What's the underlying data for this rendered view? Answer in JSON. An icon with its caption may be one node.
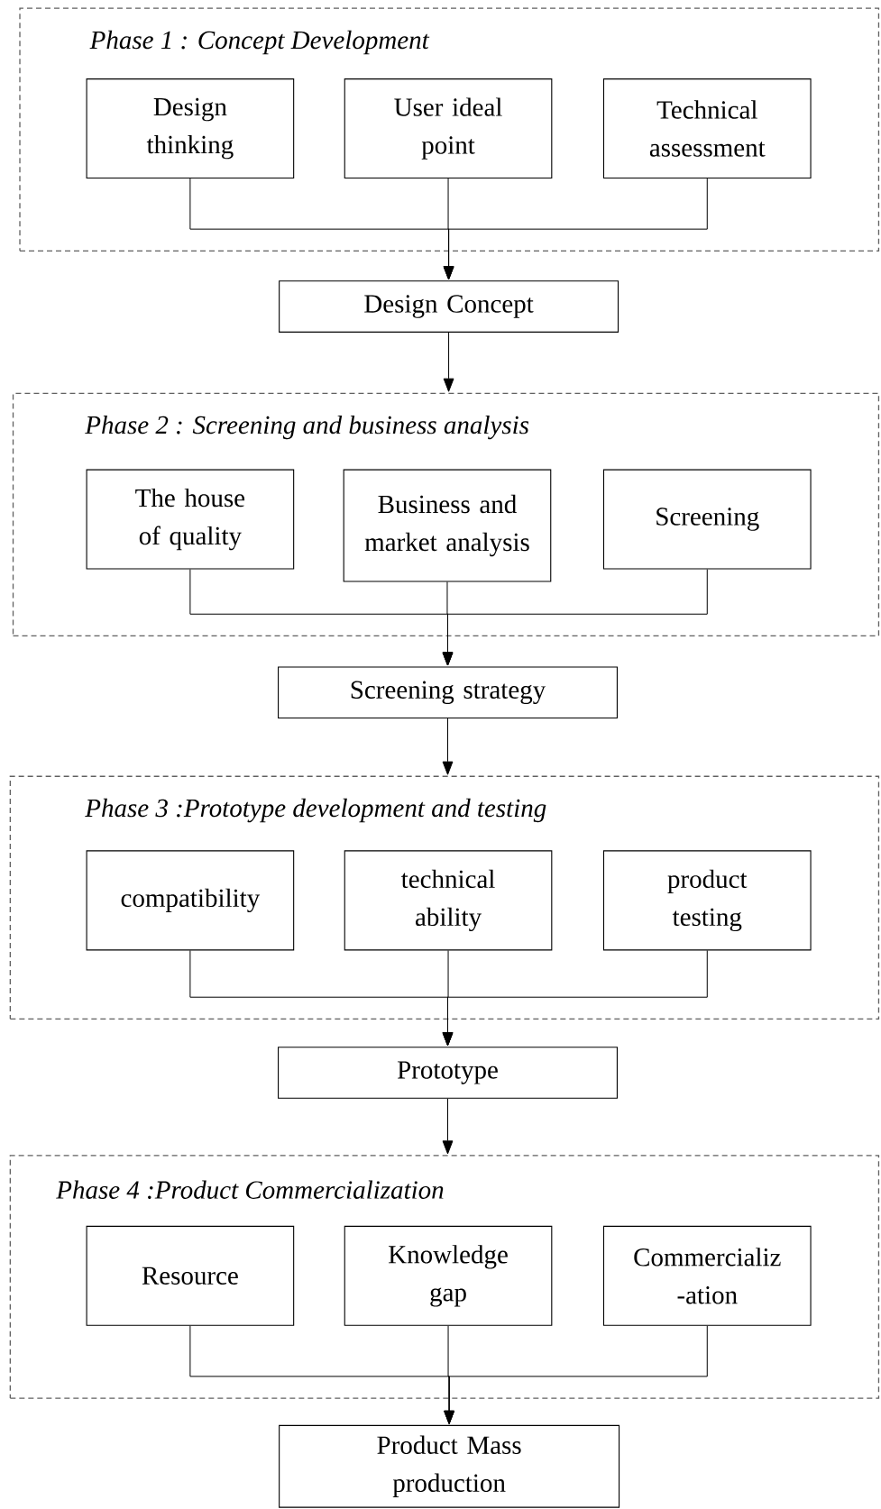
{
  "diagram": {
    "nodes": [
      {
        "text": [
          "Phase 1 : Concept Development"
        ]
      },
      {
        "text": [
          "Design thinking"
        ],
        "in": 0
      },
      {
        "text": [
          "User ideal point"
        ],
        "in": 0
      },
      {
        "text": [
          "Technical assessment"
        ],
        "in": 0
      },
      {
        "text": [
          "Design Concept"
        ]
      },
      {
        "text": [
          "Phase 2 : Screening and business analysis"
        ]
      },
      {
        "text": [
          "The house of quality"
        ],
        "in": 5
      },
      {
        "text": [
          "Business and market analysis"
        ],
        "in": 5
      },
      {
        "text": [
          "Screening"
        ],
        "in": 5
      },
      {
        "text": [
          "Screening strategy"
        ]
      },
      {
        "text": [
          "Phase 3 :Prototype development and testing"
        ]
      },
      {
        "text": [
          "compatibility"
        ],
        "in": 10
      },
      {
        "text": [
          "technical ability"
        ],
        "in": 10
      },
      {
        "text": [
          "product testing"
        ],
        "in": 10
      },
      {
        "text": [
          "Prototype"
        ]
      },
      {
        "text": [
          "Phase 4 :Product Commercialization"
        ]
      },
      {
        "text": [
          "Resource"
        ],
        "in": 15
      },
      {
        "text": [
          "Knowledge gap"
        ],
        "in": 15
      },
      {
        "text": [
          "Commercializ -ation"
        ],
        "in": 15
      },
      {
        "text": [
          "Product Mass production"
        ]
      }
    ],
    "edges": [
      {
        "from": 1,
        "to": 4,
        "arrow": "to"
      },
      {
        "from": 2,
        "to": 4,
        "arrow": "to"
      },
      {
        "from": 3,
        "to": 4,
        "arrow": "to"
      },
      {
        "from": 4,
        "to": 5,
        "arrow": "to"
      },
      {
        "from": 6,
        "to": 9,
        "arrow": "to"
      },
      {
        "from": 7,
        "to": 9,
        "arrow": "to"
      },
      {
        "from": 8,
        "to": 9,
        "arrow": "to"
      },
      {
        "from": 9,
        "to": 10,
        "arrow": "to"
      },
      {
        "from": 11,
        "to": 14,
        "arrow": "to"
      },
      {
        "from": 12,
        "to": 14,
        "arrow": "to"
      },
      {
        "from": 13,
        "to": 14,
        "arrow": "to"
      },
      {
        "from": 14,
        "to": 15,
        "arrow": "to"
      },
      {
        "from": 16,
        "to": 19,
        "arrow": "to"
      },
      {
        "from": 17,
        "to": 19,
        "arrow": "to"
      },
      {
        "from": 18,
        "to": 19,
        "arrow": "to"
      }
    ]
  }
}
